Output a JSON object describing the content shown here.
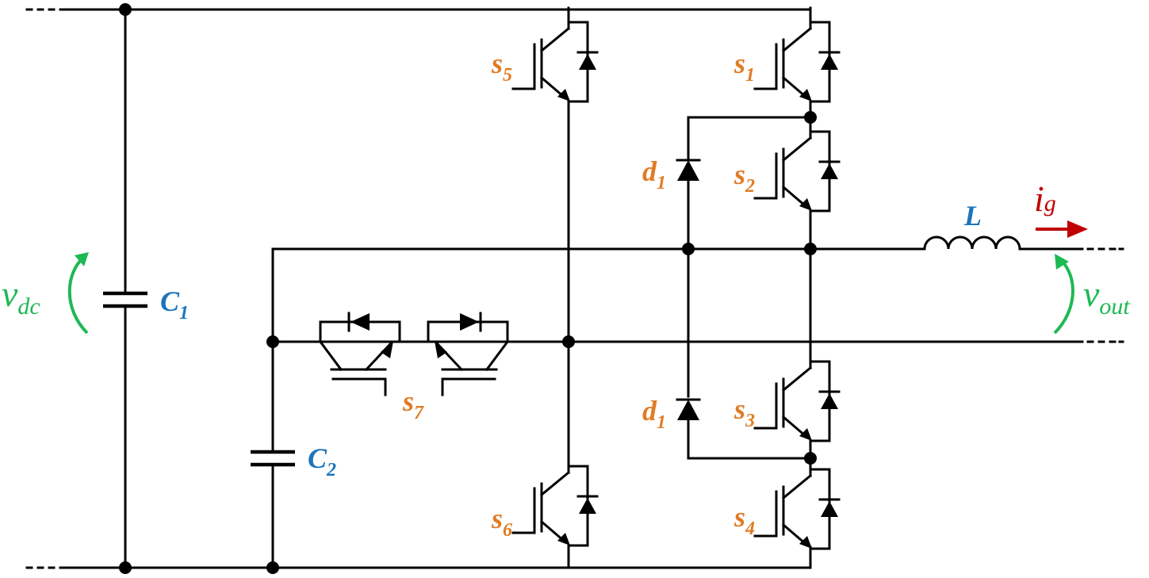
{
  "colors": {
    "switch_label": "#E07B24",
    "capacitor_label": "#1B75BC",
    "voltage": "#1DB954",
    "current": "#C00000",
    "inductor_label": "#1B75BC",
    "wire": "#000000"
  },
  "labels": {
    "s1": {
      "base": "s",
      "sub": "1"
    },
    "s2": {
      "base": "s",
      "sub": "2"
    },
    "s3": {
      "base": "s",
      "sub": "3"
    },
    "s4": {
      "base": "s",
      "sub": "4"
    },
    "s5": {
      "base": "s",
      "sub": "5"
    },
    "s6": {
      "base": "s",
      "sub": "6"
    },
    "s7": {
      "base": "s",
      "sub": "7"
    },
    "d1_top": {
      "base": "d",
      "sub": "1"
    },
    "d1_bottom": {
      "base": "d",
      "sub": "1"
    },
    "c1": {
      "base": "C",
      "sub": "1"
    },
    "c2": {
      "base": "C",
      "sub": "2"
    },
    "inductor": "L",
    "current": {
      "base": "i",
      "sub": "g"
    },
    "vdc": {
      "base": "v",
      "sub": "dc"
    },
    "vout": {
      "base": "v",
      "sub": "out"
    }
  }
}
